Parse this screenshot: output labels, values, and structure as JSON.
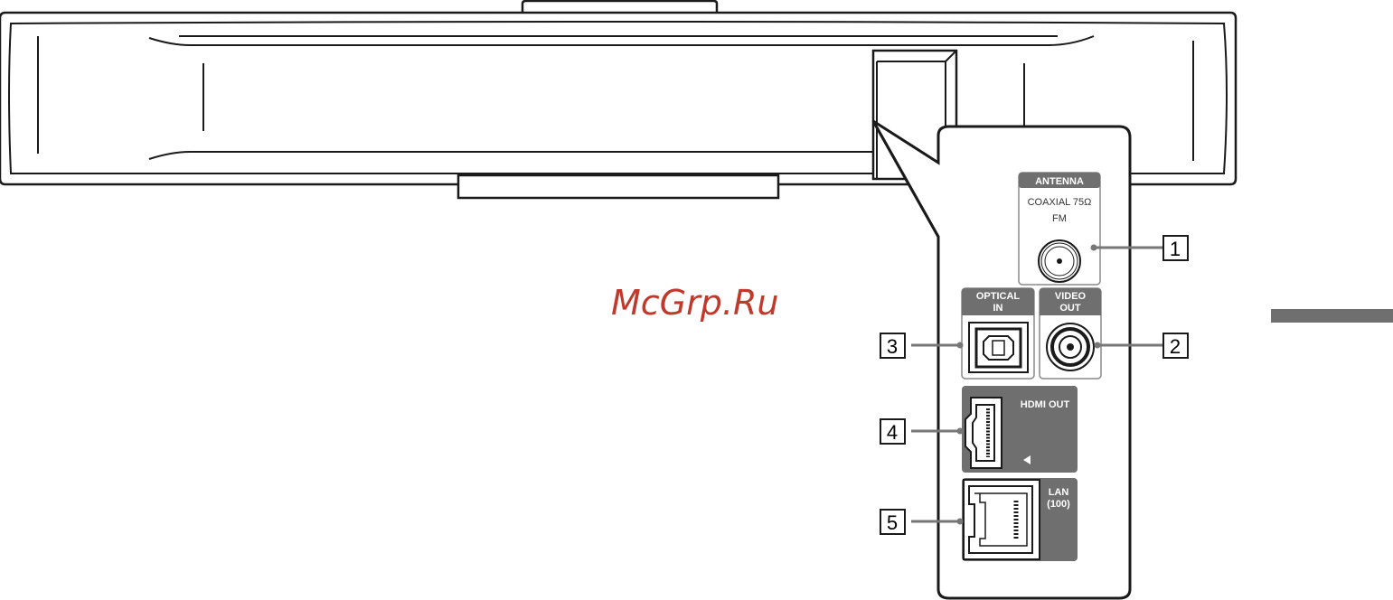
{
  "watermark": "McGrp.Ru",
  "panel": {
    "antenna_header": "ANTENNA",
    "antenna_sub": "COAXIAL 75Ω",
    "antenna_fm": "FM",
    "optical_line1": "OPTICAL",
    "optical_line2": "IN",
    "video_line1": "VIDEO",
    "video_line2": "OUT",
    "hdmi_label": "HDMI OUT",
    "lan_line1": "LAN",
    "lan_line2": "(100)"
  },
  "callouts": [
    "1",
    "2",
    "3",
    "4",
    "5"
  ],
  "colors": {
    "outline": "#1a1a1a",
    "label_bg": "#6f6f6f",
    "callout_line": "#777777",
    "watermark": "#c0392b",
    "side_bar": "#6f6f6f"
  }
}
